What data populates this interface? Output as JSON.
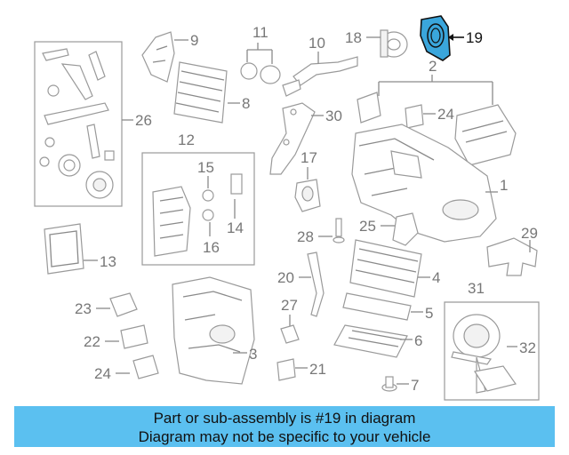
{
  "diagram": {
    "callouts": [
      "19",
      "18",
      "2",
      "9",
      "11",
      "10",
      "26",
      "8",
      "30",
      "24",
      "12",
      "15",
      "17",
      "1",
      "14",
      "25",
      "28",
      "29",
      "16",
      "13",
      "20",
      "4",
      "31",
      "23",
      "27",
      "5",
      "22",
      "3",
      "6",
      "32",
      "24",
      "21",
      "7"
    ],
    "highlight_color": "#3aa6dc"
  },
  "banner": {
    "line1": "Part or sub-assembly is #19 in diagram",
    "line2": "Diagram may not be specific to your vehicle",
    "color": "#5bc0f0"
  }
}
